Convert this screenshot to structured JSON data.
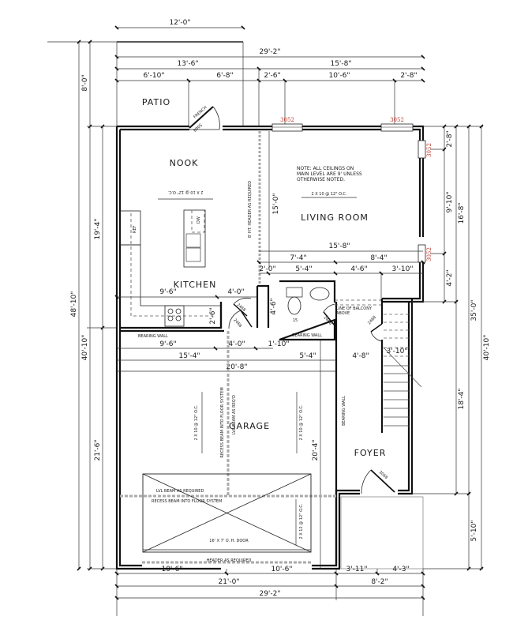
{
  "title": "Main Level Floor Plan",
  "rooms": {
    "patio": "PATIO",
    "nook": "NOOK",
    "kitchen": "KITCHEN",
    "living_room": "LIVING ROOM",
    "garage": "GARAGE",
    "foyer": "FOYER"
  },
  "notes": {
    "ceiling_line1": "NOTE: ALL CEILINGS ON",
    "ceiling_line2": "MAIN LEVEL ARE 9' UNLESS",
    "ceiling_line3": "OTHERWISE NOTED.",
    "header_required": "8' HT. HEADER AS REQUIRED",
    "joist_nook": "2 X 10 @ 12\" O.C.",
    "joist_living": "2 X 10 @ 12\" O.C.",
    "joist_garage_left": "2 X 10 @ 12\" O.C.",
    "joist_garage_right": "2 X 10 @ 12\" O.C.",
    "joist_garage_door": "2 X 12 @ 12\" O.C.",
    "recess_beam_vertical": "RECESS BEAM INTO FLOOR SYSTEM",
    "lvl_beam_vertical": "LVL BEAM AS REQ'D",
    "lvl_beam_horizontal": "LVL BEAM AS REQUIRED",
    "recess_beam_horizontal": "RECESS BEAM INTO FLOOR SYSTEM",
    "garage_door": "16' X 7' O. H. DOOR",
    "header_as_required": "HEADER AS REQUIRED",
    "bearing_wall_kitchen": "BEARING WALL",
    "bearing_wall_bath": "BEARING WALL",
    "bearing_wall_foyer": "BEARING WALL",
    "balcony_line1": "LINE OF BALCONY",
    "balcony_line2": "ABOVE",
    "french_door": "FRENCH",
    "french_door_size": "5068",
    "ref": "REF",
    "dw": "DW",
    "toilet_label": "15"
  },
  "windows": [
    "3052",
    "3052",
    "3052",
    "3052"
  ],
  "doors": {
    "pantry": "2468",
    "closet": "2468",
    "bath": "2468",
    "stair_closet": "2468",
    "front": "3068"
  },
  "dimensions": {
    "top": {
      "patio_width": "12'-0\"",
      "overall": "29'-2\"",
      "left_section": "13'-6\"",
      "right_section": "15'-8\"",
      "seg1": "6'-10\"",
      "seg2": "6'-8\"",
      "seg3": "2'-6\"",
      "seg4": "10'-6\"",
      "seg5": "2'-8\""
    },
    "left": {
      "overall": "48'-10\"",
      "patio_depth": "8'-0\"",
      "house_depth": "40'-10\"",
      "upper": "19'-4\"",
      "lower": "21'-6\""
    },
    "right": {
      "win1": "2'-8\"",
      "win_gap": "9'-10\"",
      "win2": "4'-2\"",
      "upper": "16'-8\"",
      "lower": "18'-4\"",
      "main": "35'-0\"",
      "overall": "40'-10\"",
      "porch": "5'-10\""
    },
    "interior": {
      "nook_living_height": "15'-0\"",
      "living_width": "15'-8\"",
      "seg_7_4": "7'-4\"",
      "seg_8_4": "8'-4\"",
      "seg_2_0": "2'-0\"",
      "seg_5_4": "5'-4\"",
      "seg_4_6": "4'-6\"",
      "seg_3_10": "3'-10\"",
      "kitchen_9_6": "9'-6\"",
      "kitchen_4_0": "4'-0\"",
      "pantry_4_6": "4'-6\"",
      "pantry_2_6": "2'-6\"",
      "garage_9_6": "9'-6\"",
      "garage_4_0": "4'-0\"",
      "garage_1_10": "1'-10\"",
      "garage_15_4": "15'-4\"",
      "garage_5_4": "5'-4\"",
      "garage_20_8": "20'-8\"",
      "foyer_4_8": "4'-8\"",
      "stair_3_10": "3'-10\"",
      "garage_depth": "20'-4\"",
      "stair_18_4": "18'-4\""
    },
    "bottom": {
      "seg1": "10'-6\"",
      "seg2": "10'-6\"",
      "seg3": "3'-11\"",
      "seg4": "4'-3\"",
      "garage_width": "21'-0\"",
      "foyer_width": "8'-2\"",
      "overall": "29'-2\""
    }
  },
  "colors": {
    "wall": "#111111",
    "window_label": "#c0392b",
    "beam": "#aaaaaa",
    "background": "#ffffff"
  }
}
